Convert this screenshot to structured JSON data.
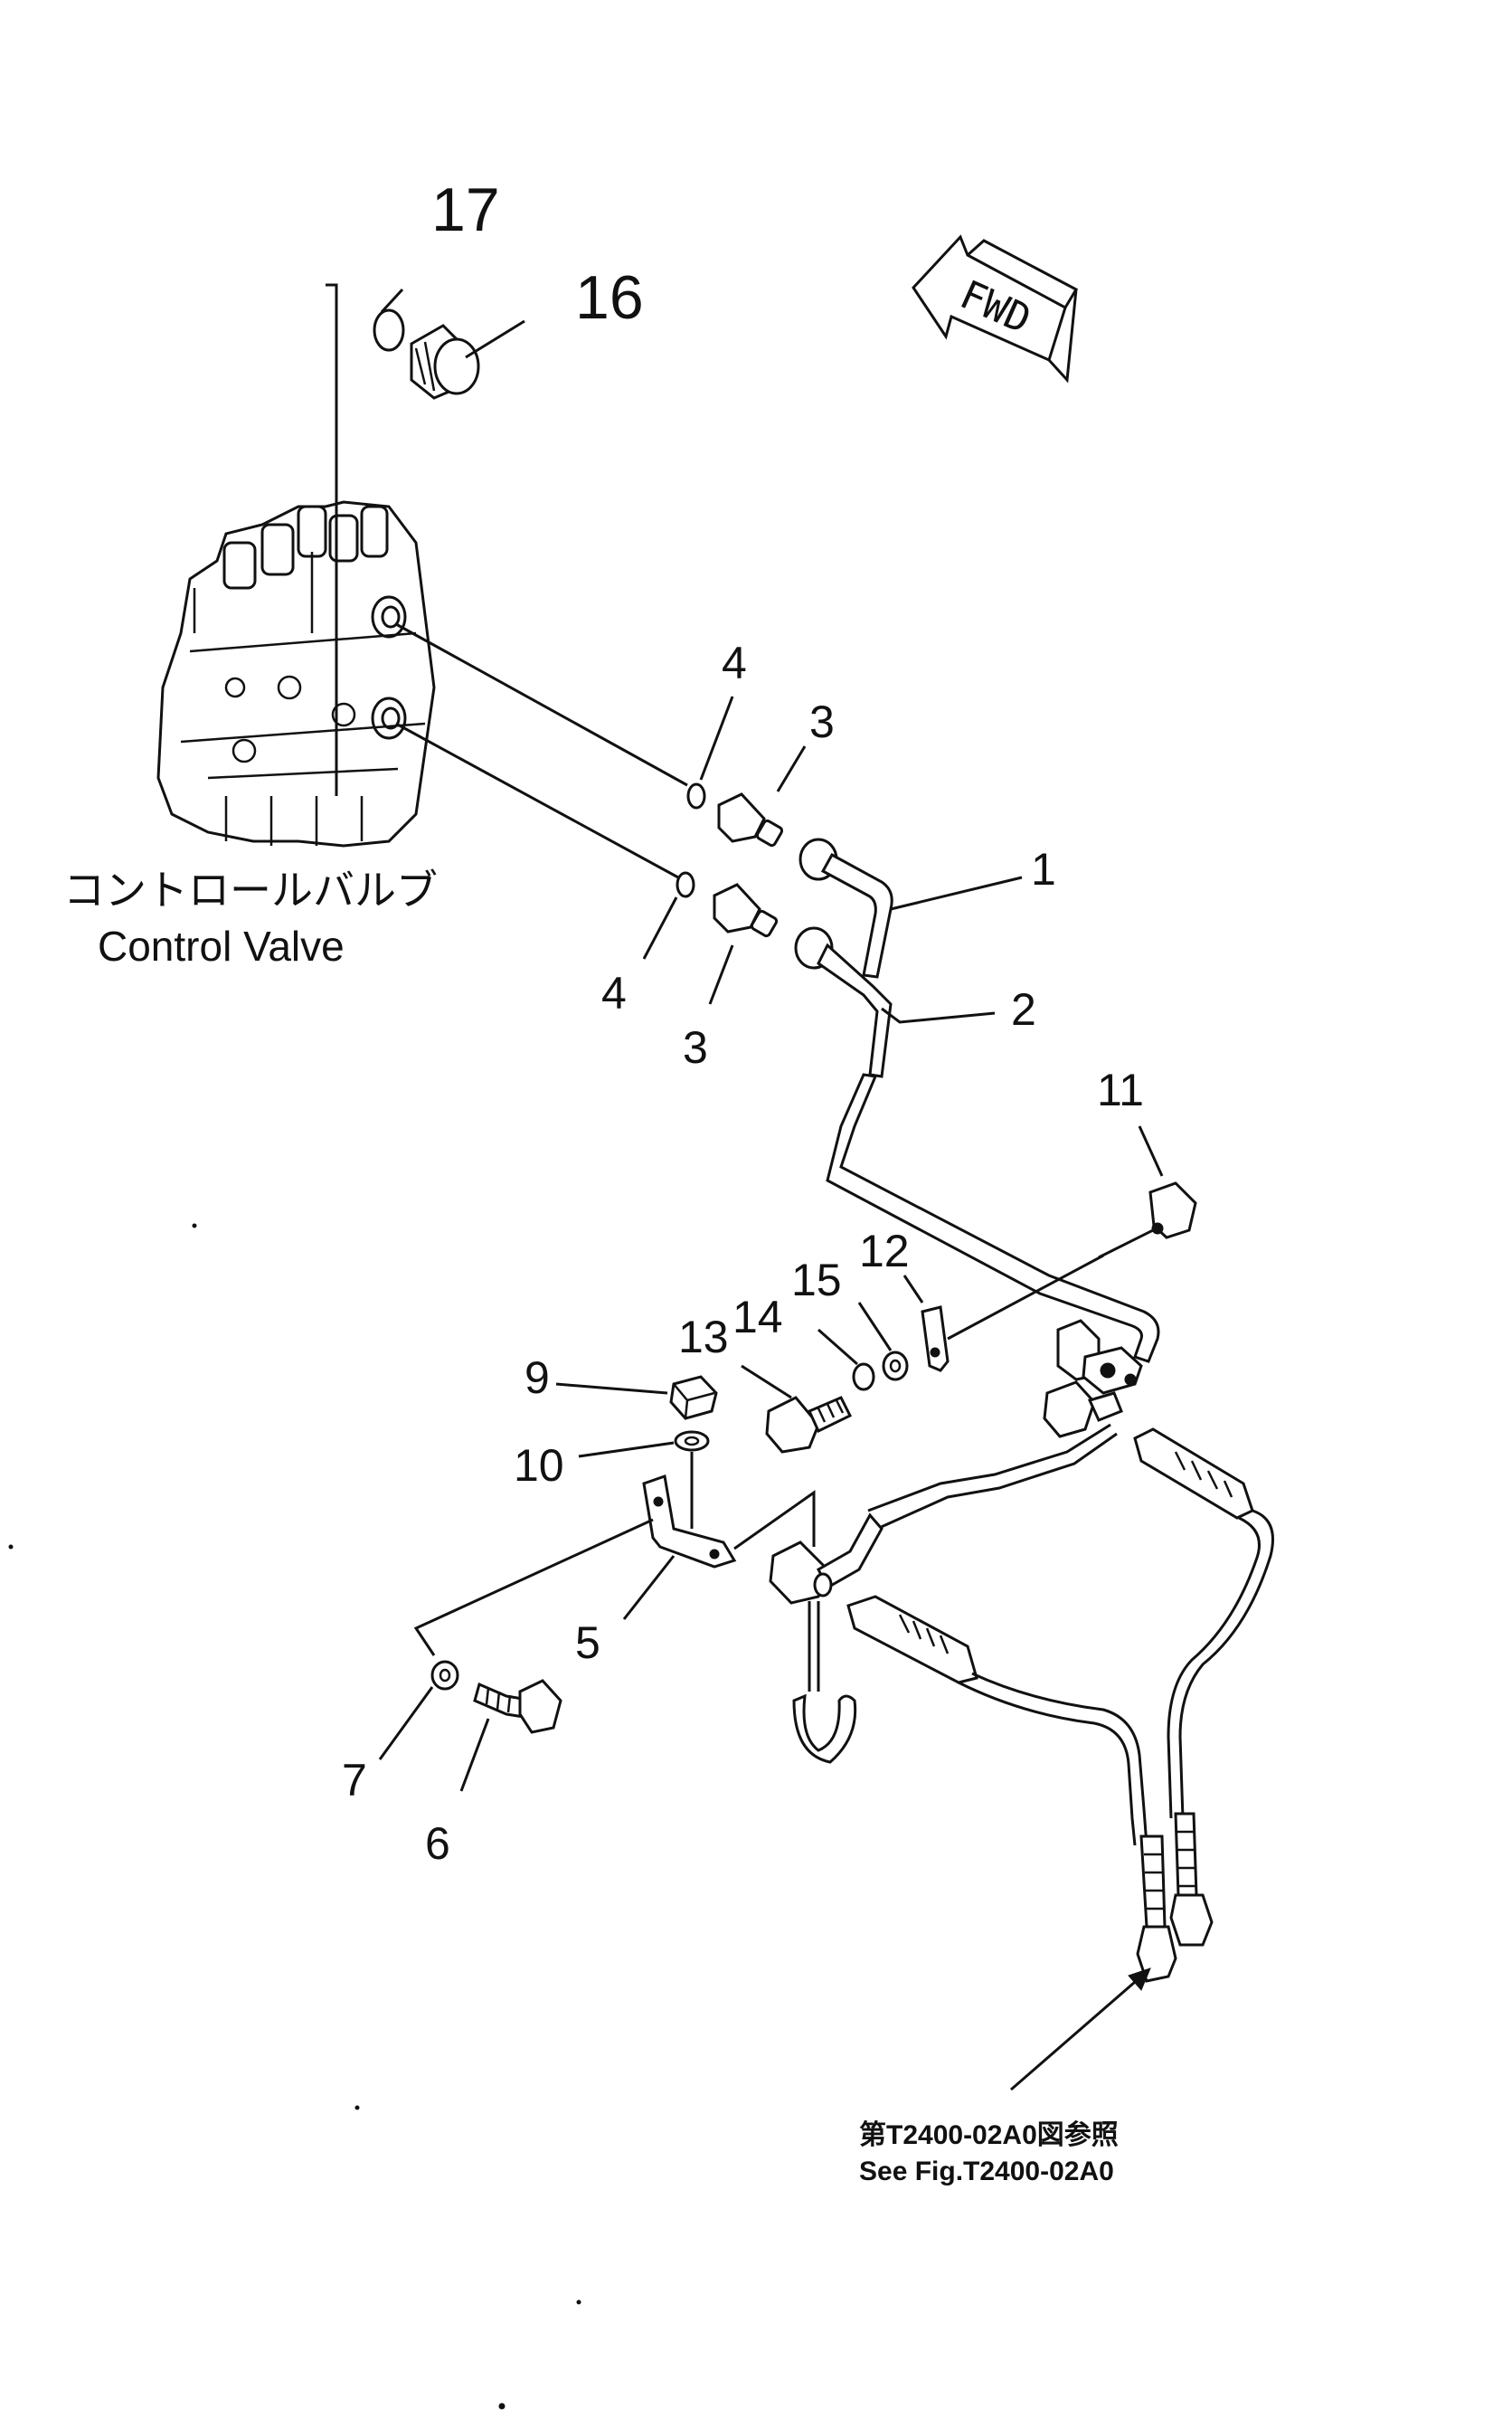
{
  "callouts": {
    "c1": "1",
    "c2": "2",
    "c3a": "3",
    "c3b": "3",
    "c4a": "4",
    "c4b": "4",
    "c5": "5",
    "c6": "6",
    "c7": "7",
    "c9": "9",
    "c10": "10",
    "c11": "11",
    "c12": "12",
    "c13": "13",
    "c14": "14",
    "c15": "15",
    "c16": "16",
    "c17": "17"
  },
  "labels": {
    "control_valve_jp": "コントロールバルブ",
    "control_valve_en": "Control Valve",
    "fwd": "FWD",
    "reference_jp": "第T2400-02A0図参照",
    "reference_en": "See Fig.T2400-02A0"
  }
}
